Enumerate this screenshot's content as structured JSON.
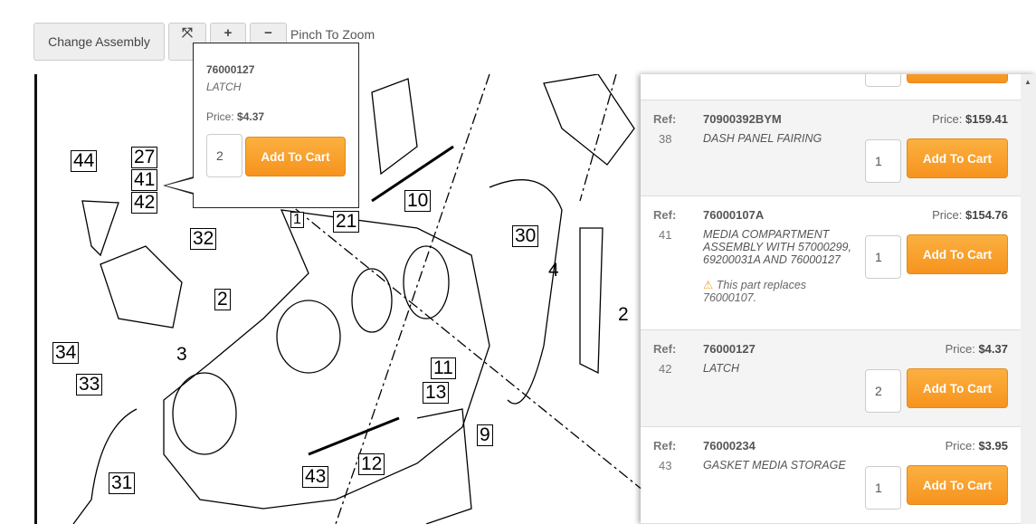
{
  "toolbar": {
    "change_assembly": "Change Assembly",
    "pinch": "Pinch To Zoom"
  },
  "diagram": {
    "labels": [
      "44",
      "27",
      "41",
      "42",
      "32",
      "2",
      "34",
      "3",
      "33",
      "31",
      "1",
      "21",
      "10",
      "30",
      "4",
      "11",
      "13",
      "9",
      "12",
      "43",
      "2"
    ]
  },
  "popover": {
    "part_number": "76000127",
    "description": "LATCH",
    "price_label": "Price:",
    "price": "$4.37",
    "qty": "2",
    "button": "Add To Cart"
  },
  "parts": [
    {
      "ref_label": "Ref:",
      "ref": "38",
      "part_number": "70900392BYM",
      "description": "DASH PANEL FAIRING",
      "price_label": "Price:",
      "price": "$159.41",
      "qty": "1",
      "button": "Add To Cart"
    },
    {
      "ref_label": "Ref:",
      "ref": "41",
      "part_number": "76000107A",
      "description": "MEDIA COMPARTMENT ASSEMBLY WITH 57000299, 69200031A AND 76000127",
      "warning": "This part replaces 76000107.",
      "price_label": "Price:",
      "price": "$154.76",
      "qty": "1",
      "button": "Add To Cart"
    },
    {
      "ref_label": "Ref:",
      "ref": "42",
      "part_number": "76000127",
      "description": "LATCH",
      "price_label": "Price:",
      "price": "$4.37",
      "qty": "2",
      "button": "Add To Cart"
    },
    {
      "ref_label": "Ref:",
      "ref": "43",
      "part_number": "76000234",
      "description": "GASKET MEDIA STORAGE",
      "price_label": "Price:",
      "price": "$3.95",
      "qty": "1",
      "button": "Add To Cart"
    }
  ],
  "accent": "#f7931e"
}
